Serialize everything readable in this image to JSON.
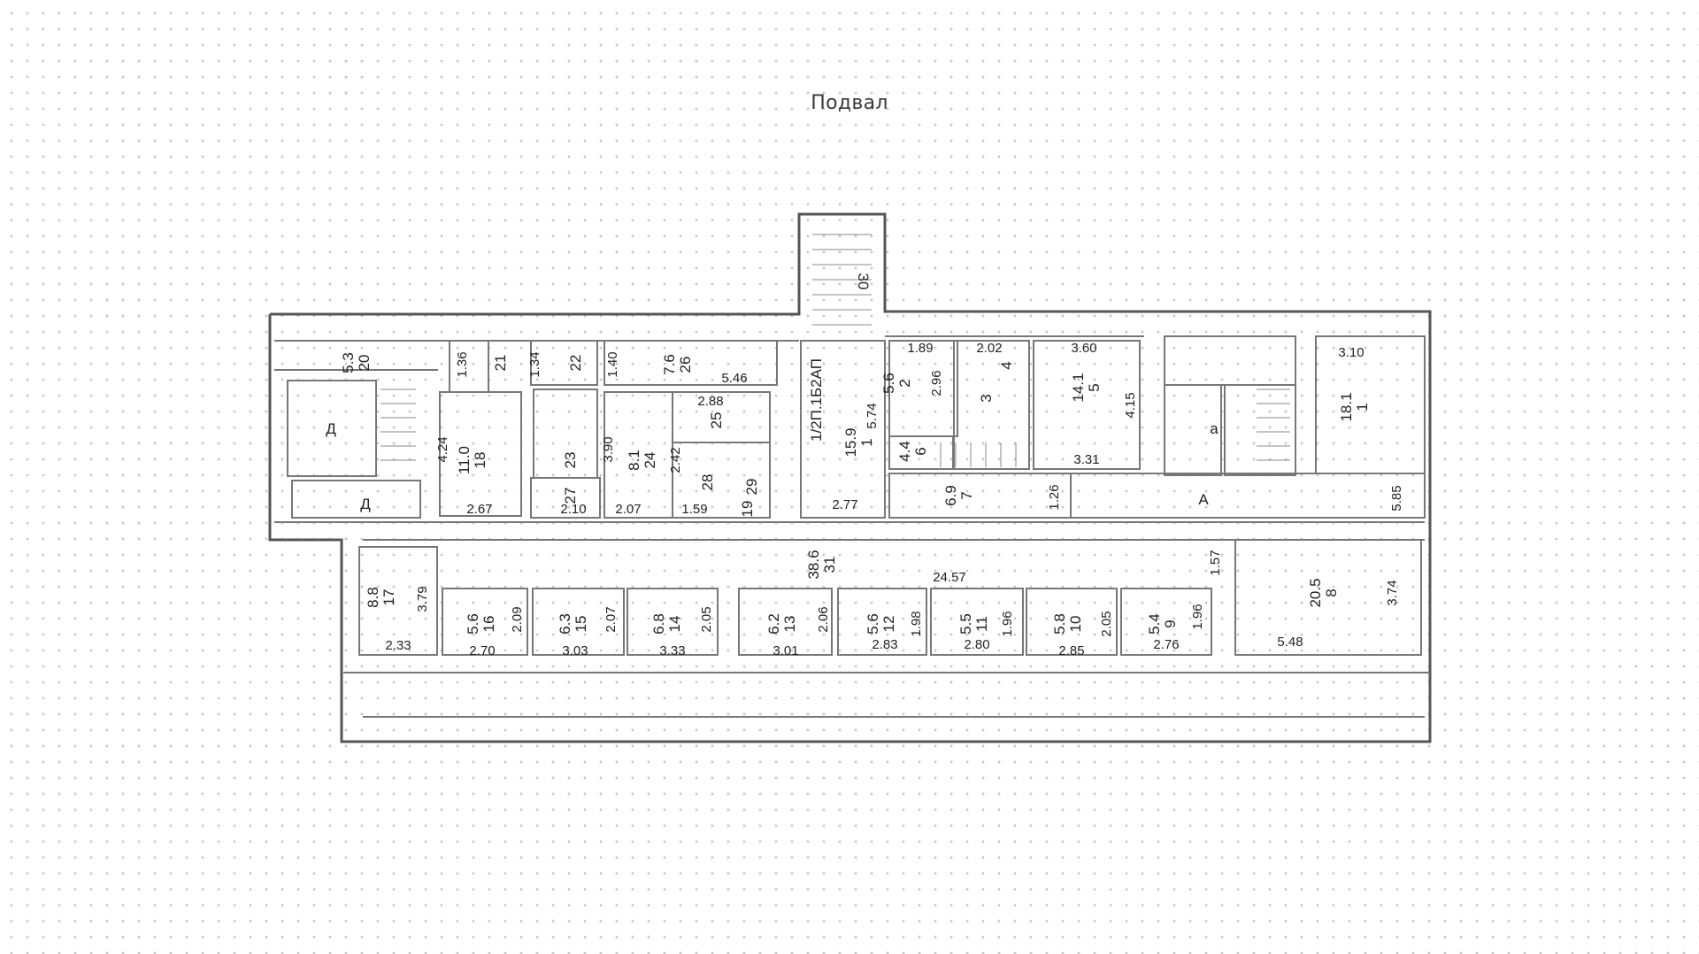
{
  "title": "Подвал",
  "plan": {
    "stair_label": "30",
    "corridor_area": "38.6",
    "corridor_no": "31",
    "corridor_len": "24.57",
    "entrance_labels": [
      "Д",
      "Д",
      "а",
      "А"
    ],
    "wing_label": "1/2П.1Б2АП",
    "rooms_upper": [
      {
        "no": "20",
        "area": "5.3"
      },
      {
        "no": "21",
        "area": ""
      },
      {
        "no": "22",
        "area": ""
      },
      {
        "no": "26",
        "area": "7.6"
      },
      {
        "no": "18",
        "area": "11.0"
      },
      {
        "no": "23",
        "area": ""
      },
      {
        "no": "24",
        "area": "8.1"
      },
      {
        "no": "25",
        "area": ""
      },
      {
        "no": "28",
        "area": ""
      },
      {
        "no": "27",
        "area": ""
      },
      {
        "no": "29",
        "area": ""
      },
      {
        "no": "19",
        "area": ""
      },
      {
        "no": "1",
        "area": "15.9"
      },
      {
        "no": "2",
        "area": "5.6"
      },
      {
        "no": "3",
        "area": ""
      },
      {
        "no": "4",
        "area": ""
      },
      {
        "no": "5",
        "area": "14.1"
      },
      {
        "no": "6",
        "area": "4.4"
      },
      {
        "no": "7",
        "area": "6.9"
      },
      {
        "no": "1",
        "area": "18.1"
      }
    ],
    "rooms_lower": [
      {
        "no": "17",
        "area": "8.8"
      },
      {
        "no": "16",
        "area": "5.6"
      },
      {
        "no": "15",
        "area": "6.3"
      },
      {
        "no": "14",
        "area": "6.8"
      },
      {
        "no": "13",
        "area": "6.2"
      },
      {
        "no": "12",
        "area": "5.6"
      },
      {
        "no": "11",
        "area": "5.5"
      },
      {
        "no": "10",
        "area": "5.8"
      },
      {
        "no": "9",
        "area": "5.4"
      },
      {
        "no": "8",
        "area": "20.5"
      }
    ],
    "dims_upper": [
      "1.36",
      "1.34",
      "1.40",
      "5.46",
      "2.88",
      "4.24",
      "3.90",
      "2.42",
      "2.67",
      "2.10",
      "2.07",
      "1.59",
      "2.77",
      "5.74",
      "1.89",
      "2.02",
      "3.60",
      "2.96",
      "4.15",
      "3.31",
      "1.26",
      "3.10",
      "5.85"
    ],
    "dims_lower": [
      "1.57",
      "3.79",
      "2.09",
      "2.07",
      "2.05",
      "2.06",
      "1.98",
      "1.96",
      "2.05",
      "1.96",
      "3.74",
      "2.33",
      "2.70",
      "3.03",
      "3.33",
      "3.01",
      "2.83",
      "2.80",
      "2.85",
      "2.76",
      "5.48"
    ]
  }
}
